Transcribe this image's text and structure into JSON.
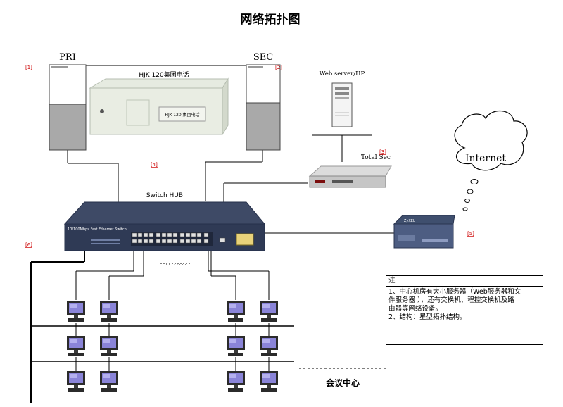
{
  "title": "网络拓扑图",
  "labels": {
    "pri": "PRI",
    "sec": "SEC",
    "hjk": "HJK 120集团电话",
    "hjk_front": "HJK-120 集团电话",
    "web_server": "Web server/HP",
    "total_sec": "Total Sec",
    "internet": "Internet",
    "switch_hub": "Switch HUB",
    "switch_front": "10/100Mbps Fast Ethernet Switch",
    "router_front": "ZyXEL",
    "meeting_center": "会议中心",
    "dots": "· · · · · · · ·"
  },
  "refs": {
    "r1": "[1]",
    "r2": "[2]",
    "r3": "[3]",
    "r4": "[4]",
    "r5": "[5]",
    "r6": "[6]"
  },
  "note": {
    "title": "注",
    "lines": [
      "1、中心机房有大小服务器（Web服务器和文",
      "件服务器 ），还有交换机、程控交换机及路",
      "由器等网络设备。",
      "2、结构：星型拓扑结构。"
    ]
  }
}
